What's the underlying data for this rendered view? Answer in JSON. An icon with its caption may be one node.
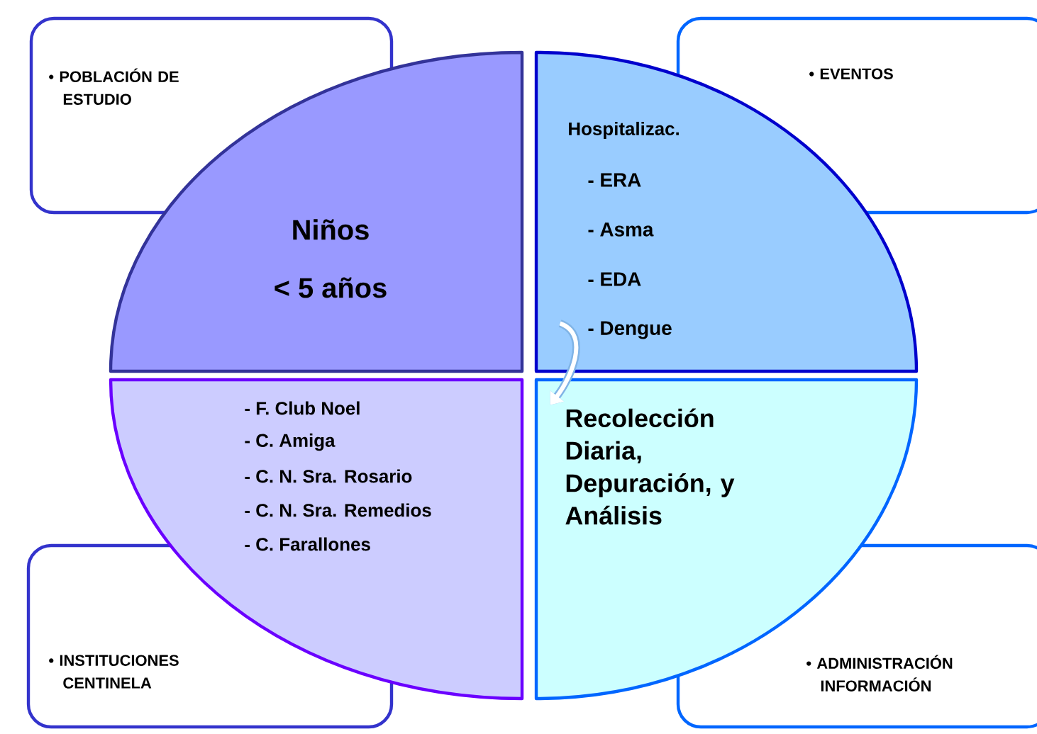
{
  "diagram": {
    "nodes": [
      {
        "text": [
          "• POBLACIÓN DE ESTUDIO"
        ]
      },
      {
        "text": [
          "Niños",
          "< 5 años"
        ]
      },
      {
        "text": [
          "Hospitalizac.",
          "- ERA",
          "- Asma",
          "- EDA",
          "- Dengue"
        ]
      },
      {
        "text": [
          "• EVENTOS"
        ]
      },
      {
        "text": [
          "- F. Club Noel",
          "- C. Amiga",
          "- C. N. Sra. Rosario",
          "- C. N. Sra. Remedios",
          "- C. Farallones"
        ]
      },
      {
        "text": [
          "Recolección Diaria, Depuración, y Análisis"
        ]
      },
      {
        "text": [
          "• INSTITUCIONES CENTINELA"
        ]
      },
      {
        "text": [
          "• ADMINISTRACIÓN INFORMACIÓN"
        ]
      }
    ],
    "edges": [
      {
        "from": 2,
        "to": 5,
        "arrow": "to"
      }
    ]
  }
}
